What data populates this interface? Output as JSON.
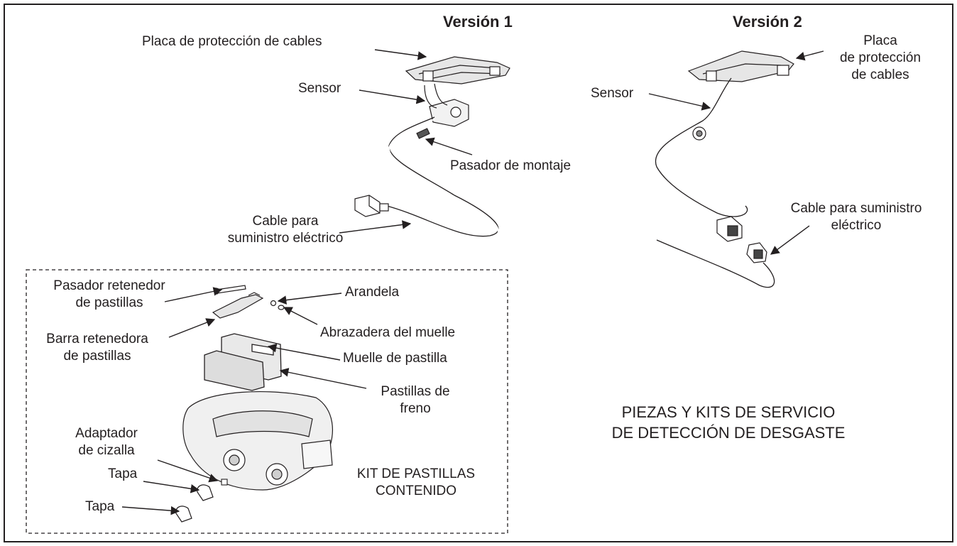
{
  "version_1": {
    "title": "Versión 1"
  },
  "version_2": {
    "title": "Versión 2"
  },
  "v1_labels": {
    "placa": "Placa de protección de cables",
    "sensor": "Sensor",
    "pasador_montaje": "Pasador de montaje",
    "cable_line1": "Cable para",
    "cable_line2": "suministro eléctrico"
  },
  "v2_labels": {
    "placa_line1": "Placa",
    "placa_line2": "de protección",
    "placa_line3": "de cables",
    "sensor": "Sensor",
    "cable_line1": "Cable para suministro",
    "cable_line2": "eléctrico"
  },
  "kit_labels": {
    "pasador_ret_line1": "Pasador retenedor",
    "pasador_ret_line2": "de pastillas",
    "arandela": "Arandela",
    "abrazadera": "Abrazadera del muelle",
    "barra_line1": "Barra retenedora",
    "barra_line2": "de pastillas",
    "muelle": "Muelle de pastilla",
    "pastillas_line1": "Pastillas de",
    "pastillas_line2": "freno",
    "adaptador_line1": "Adaptador",
    "adaptador_line2": "de cizalla",
    "tapa1": "Tapa",
    "tapa2": "Tapa",
    "kit_line1": "KIT DE PASTILLAS",
    "kit_line2": "CONTENIDO"
  },
  "main_title": {
    "line1": "PIEZAS Y KITS DE SERVICIO",
    "line2": "DE DETECCIÓN DE DESGASTE"
  },
  "colors": {
    "ink": "#231f20",
    "paper": "#ffffff",
    "shade": "#d9d9d9"
  }
}
